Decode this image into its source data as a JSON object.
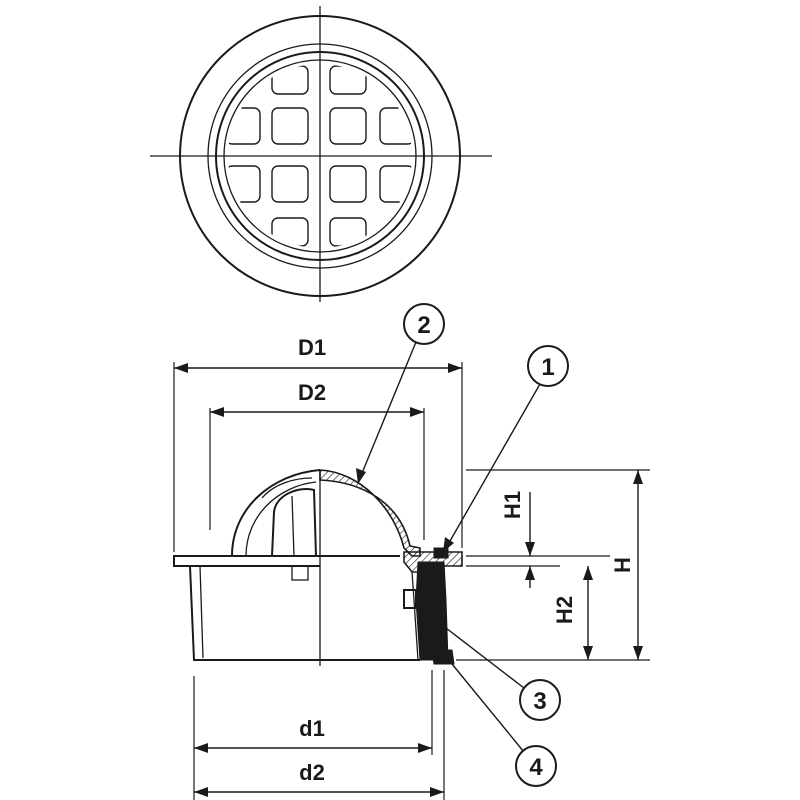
{
  "dimensions": {
    "D1": "D1",
    "D2": "D2",
    "d1": "d1",
    "d2": "d2",
    "H": "H",
    "H1": "H1",
    "H2": "H2"
  },
  "callouts": [
    "1",
    "2",
    "3",
    "4"
  ]
}
